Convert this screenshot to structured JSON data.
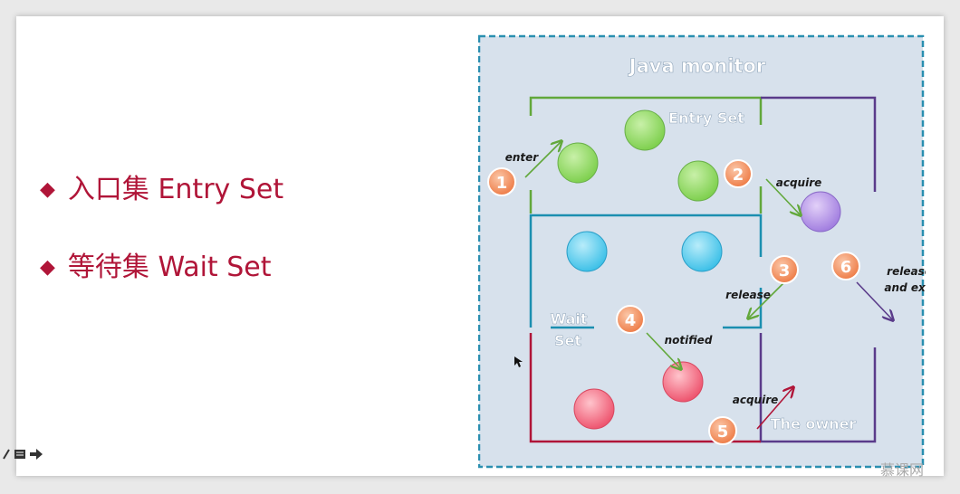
{
  "bullets": [
    {
      "marker": "◆",
      "text": "入口集 Entry Set"
    },
    {
      "marker": "◆",
      "text": "等待集 Wait Set"
    }
  ],
  "diagram": {
    "title": "Java monitor",
    "entry_set_label": "Entry Set",
    "wait_set_label_line1": "Wait",
    "wait_set_label_line2": "Set",
    "owner_label": "The owner",
    "steps": [
      {
        "num": "1",
        "label": "enter"
      },
      {
        "num": "2",
        "label": "acquire"
      },
      {
        "num": "3",
        "label": "release"
      },
      {
        "num": "4",
        "label": "notified"
      },
      {
        "num": "5",
        "label": "acquire"
      },
      {
        "num": "6",
        "label_line1": "release",
        "label_line2": "and exit"
      }
    ],
    "colors": {
      "frame": "#2a8fb0",
      "background": "#d7e1ec",
      "entry": "#62a83b",
      "wait": "#1b8fb0",
      "owner": "#5a3b8a",
      "red": "#b01538",
      "step_badge": "#ee8c5a"
    }
  },
  "watermark": "慕课网"
}
